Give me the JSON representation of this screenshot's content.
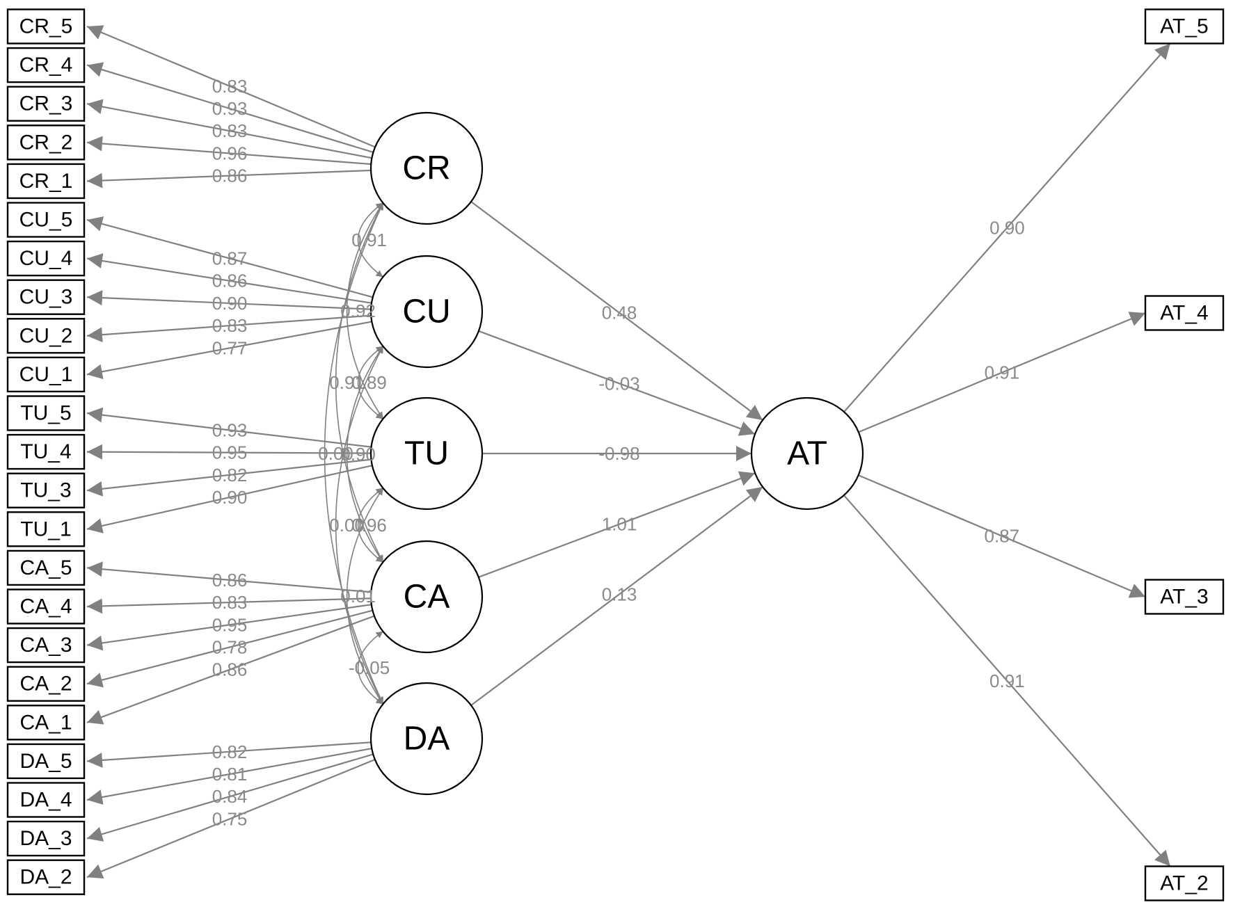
{
  "colors": {
    "edge": "#808080",
    "label": "#8a8a8a",
    "node_stroke": "#000000",
    "background": "#ffffff"
  },
  "left_indicators": [
    "CR_5",
    "CR_4",
    "CR_3",
    "CR_2",
    "CR_1",
    "CU_5",
    "CU_4",
    "CU_3",
    "CU_2",
    "CU_1",
    "TU_5",
    "TU_4",
    "TU_3",
    "TU_1",
    "CA_5",
    "CA_4",
    "CA_3",
    "CA_2",
    "CA_1",
    "DA_5",
    "DA_4",
    "DA_3",
    "DA_2"
  ],
  "right_indicators": [
    "AT_5",
    "AT_4",
    "AT_3",
    "AT_2"
  ],
  "latents": [
    "CR",
    "CU",
    "TU",
    "CA",
    "DA",
    "AT"
  ],
  "loadings": [
    {
      "from": "CR",
      "to": "CR_5",
      "value": "0.83"
    },
    {
      "from": "CR",
      "to": "CR_4",
      "value": "0.93"
    },
    {
      "from": "CR",
      "to": "CR_3",
      "value": "0.83"
    },
    {
      "from": "CR",
      "to": "CR_2",
      "value": "0.96"
    },
    {
      "from": "CR",
      "to": "CR_1",
      "value": "0.86"
    },
    {
      "from": "CU",
      "to": "CU_5",
      "value": "0.87"
    },
    {
      "from": "CU",
      "to": "CU_4",
      "value": "0.86"
    },
    {
      "from": "CU",
      "to": "CU_3",
      "value": "0.90"
    },
    {
      "from": "CU",
      "to": "CU_2",
      "value": "0.83"
    },
    {
      "from": "CU",
      "to": "CU_1",
      "value": "0.77"
    },
    {
      "from": "TU",
      "to": "TU_5",
      "value": "0.93"
    },
    {
      "from": "TU",
      "to": "TU_4",
      "value": "0.95"
    },
    {
      "from": "TU",
      "to": "TU_3",
      "value": "0.82"
    },
    {
      "from": "TU",
      "to": "TU_1",
      "value": "0.90"
    },
    {
      "from": "CA",
      "to": "CA_5",
      "value": "0.86"
    },
    {
      "from": "CA",
      "to": "CA_4",
      "value": "0.83"
    },
    {
      "from": "CA",
      "to": "CA_3",
      "value": "0.95"
    },
    {
      "from": "CA",
      "to": "CA_2",
      "value": "0.78"
    },
    {
      "from": "CA",
      "to": "CA_1",
      "value": "0.86"
    },
    {
      "from": "DA",
      "to": "DA_5",
      "value": "0.82"
    },
    {
      "from": "DA",
      "to": "DA_4",
      "value": "0.81"
    },
    {
      "from": "DA",
      "to": "DA_3",
      "value": "0.84"
    },
    {
      "from": "DA",
      "to": "DA_2",
      "value": "0.75"
    },
    {
      "from": "AT",
      "to": "AT_5",
      "value": "0.90"
    },
    {
      "from": "AT",
      "to": "AT_4",
      "value": "0.91"
    },
    {
      "from": "AT",
      "to": "AT_3",
      "value": "0.87"
    },
    {
      "from": "AT",
      "to": "AT_2",
      "value": "0.91"
    }
  ],
  "paths": [
    {
      "from": "CR",
      "to": "AT",
      "value": "0.48"
    },
    {
      "from": "CU",
      "to": "AT",
      "value": "-0.03"
    },
    {
      "from": "TU",
      "to": "AT",
      "value": "-0.98"
    },
    {
      "from": "CA",
      "to": "AT",
      "value": "1.01"
    },
    {
      "from": "DA",
      "to": "AT",
      "value": "0.13"
    }
  ],
  "covariances": [
    {
      "a": "CR",
      "b": "CU",
      "value": "0.91"
    },
    {
      "a": "CR",
      "b": "TU",
      "value": "0.92"
    },
    {
      "a": "CU",
      "b": "TU",
      "value": "0.89"
    },
    {
      "a": "CR",
      "b": "CA",
      "value": "0.91"
    },
    {
      "a": "CU",
      "b": "CA",
      "value": "0.90"
    },
    {
      "a": "TU",
      "b": "CA",
      "value": "0.96"
    },
    {
      "a": "CR",
      "b": "DA",
      "value": "0.00"
    },
    {
      "a": "CU",
      "b": "DA",
      "value": "0.00"
    },
    {
      "a": "TU",
      "b": "DA",
      "value": "0.01"
    },
    {
      "a": "CA",
      "b": "DA",
      "value": "-0.05"
    }
  ]
}
